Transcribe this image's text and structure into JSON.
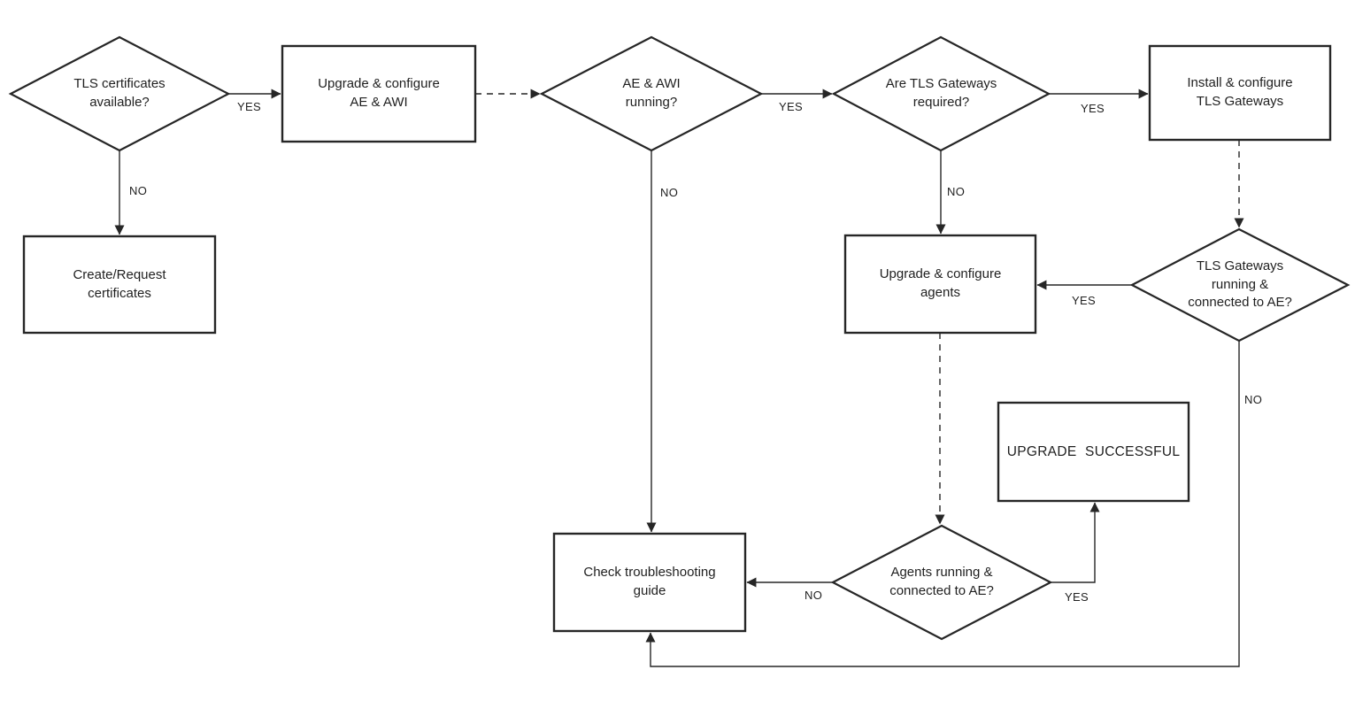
{
  "diagram": {
    "kind": "flowchart",
    "background": "#ffffff",
    "stroke_color": "#262626",
    "text_color": "#1f1f1f",
    "nodes": [
      {
        "id": "tls-certificates-available",
        "type": "decision",
        "label": "TLS certificates\navailable?"
      },
      {
        "id": "upgrade-configure-ae-awi",
        "type": "process",
        "label": "Upgrade & configure\nAE & AWI"
      },
      {
        "id": "ae-awi-running",
        "type": "decision",
        "label": "AE & AWI\nrunning?"
      },
      {
        "id": "are-tls-gateways-required",
        "type": "decision",
        "label": "Are TLS Gateways\nrequired?"
      },
      {
        "id": "install-configure-tls-gateways",
        "type": "process",
        "label": "Install & configure\nTLS Gateways"
      },
      {
        "id": "create-request-certificates",
        "type": "process",
        "label": "Create/Request\ncertificates"
      },
      {
        "id": "upgrade-configure-agents",
        "type": "process",
        "label": "Upgrade & configure\nagents"
      },
      {
        "id": "tls-gateways-running-connected",
        "type": "decision",
        "label": "TLS Gateways\nrunning &\nconnected to AE?"
      },
      {
        "id": "upgrade-successful",
        "type": "process",
        "label": "UPGRADE  SUCCESSFUL"
      },
      {
        "id": "check-troubleshooting-guide",
        "type": "process",
        "label": "Check troubleshooting\nguide"
      },
      {
        "id": "agents-running-connected",
        "type": "decision",
        "label": "Agents running &\nconnected to AE?"
      }
    ],
    "edges": [
      {
        "from": "tls-certificates-available",
        "to": "upgrade-configure-ae-awi",
        "label": "YES",
        "style": "solid"
      },
      {
        "from": "tls-certificates-available",
        "to": "create-request-certificates",
        "label": "NO",
        "style": "solid"
      },
      {
        "from": "upgrade-configure-ae-awi",
        "to": "ae-awi-running",
        "label": "",
        "style": "dashed"
      },
      {
        "from": "ae-awi-running",
        "to": "are-tls-gateways-required",
        "label": "YES",
        "style": "solid"
      },
      {
        "from": "ae-awi-running",
        "to": "check-troubleshooting-guide",
        "label": "NO",
        "style": "solid"
      },
      {
        "from": "are-tls-gateways-required",
        "to": "install-configure-tls-gateways",
        "label": "YES",
        "style": "solid"
      },
      {
        "from": "are-tls-gateways-required",
        "to": "upgrade-configure-agents",
        "label": "NO",
        "style": "solid"
      },
      {
        "from": "install-configure-tls-gateways",
        "to": "tls-gateways-running-connected",
        "label": "",
        "style": "dashed"
      },
      {
        "from": "tls-gateways-running-connected",
        "to": "upgrade-configure-agents",
        "label": "YES",
        "style": "solid"
      },
      {
        "from": "tls-gateways-running-connected",
        "to": "check-troubleshooting-guide",
        "label": "NO",
        "style": "solid"
      },
      {
        "from": "upgrade-configure-agents",
        "to": "agents-running-connected",
        "label": "",
        "style": "dashed"
      },
      {
        "from": "agents-running-connected",
        "to": "upgrade-successful",
        "label": "YES",
        "style": "solid"
      },
      {
        "from": "agents-running-connected",
        "to": "check-troubleshooting-guide",
        "label": "NO",
        "style": "solid"
      }
    ]
  }
}
